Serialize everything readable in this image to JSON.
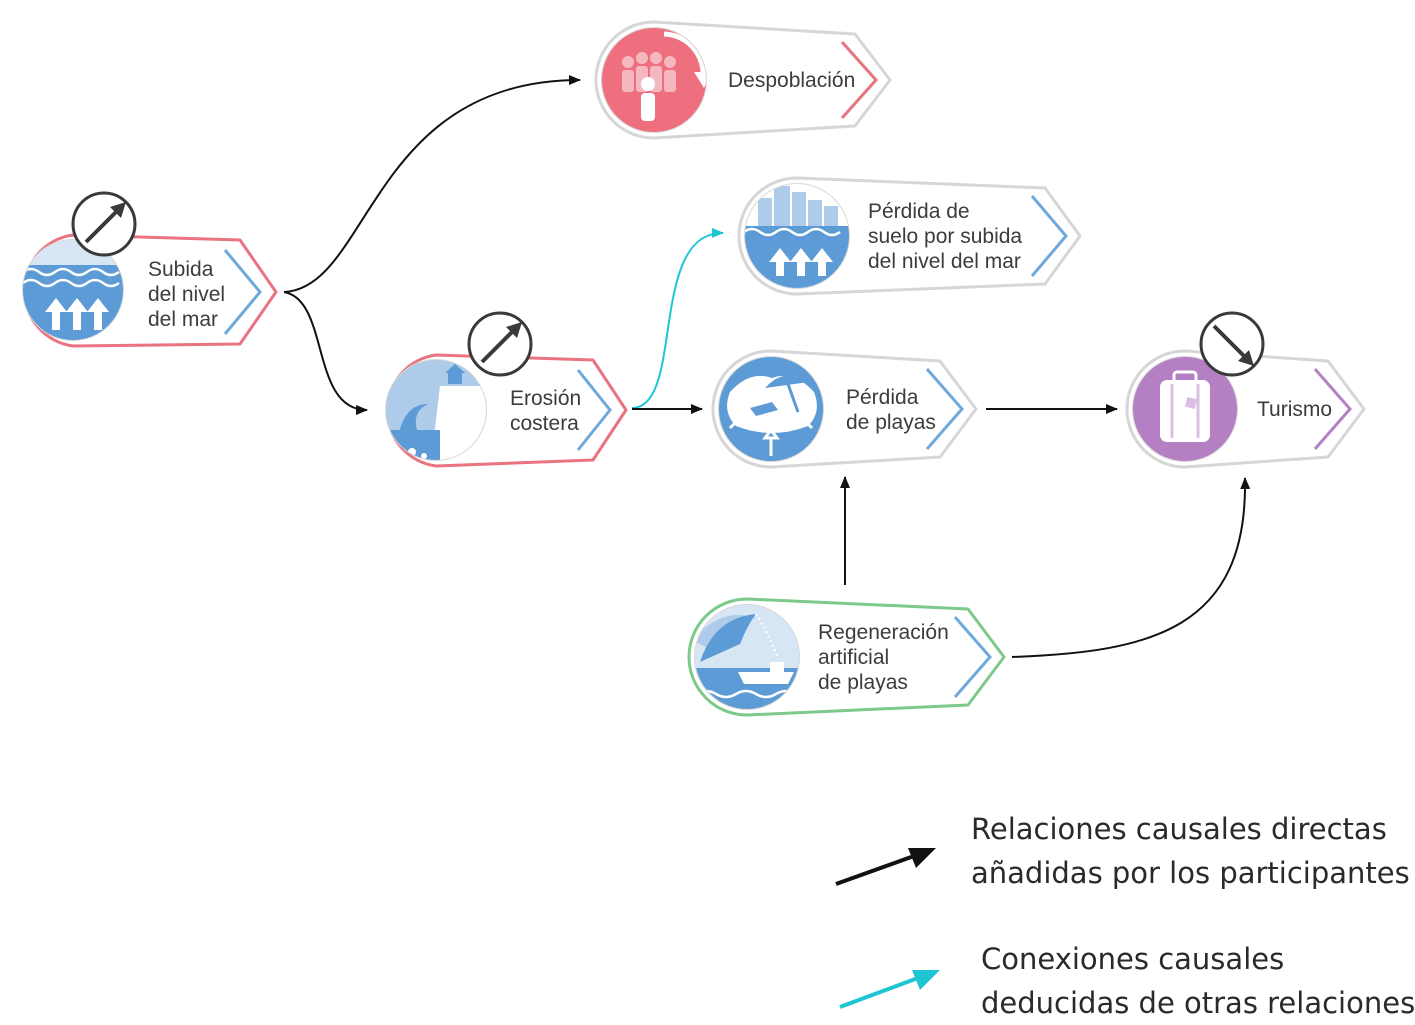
{
  "nodes": {
    "sea_level_rise": {
      "label": [
        "Subida",
        "del nivel",
        "del mar"
      ],
      "trend": "increase",
      "border_color": "#e9737f",
      "icon": "rising-water-icon"
    },
    "coastal_erosion": {
      "label": [
        "Erosión",
        "costera"
      ],
      "trend": "increase",
      "border_color": "#e9737f",
      "icon": "coastal-erosion-icon"
    },
    "depopulation": {
      "label": [
        "Despoblación"
      ],
      "border_color": "#e9737f",
      "icon": "population-decline-icon"
    },
    "land_loss": {
      "label": [
        "Pérdida de",
        "suelo por subida",
        "del nivel del mar"
      ],
      "border_color": "#c9c9c9",
      "icon": "flooded-city-icon"
    },
    "beach_loss": {
      "label": [
        "Pérdida",
        "de playas"
      ],
      "border_color": "#c9c9c9",
      "icon": "beach-umbrella-icon"
    },
    "tourism": {
      "label": [
        "Turismo"
      ],
      "trend": "decrease",
      "border_color": "#c9c9c9",
      "icon": "suitcase-icon"
    },
    "beach_regeneration": {
      "label": [
        "Regeneración",
        "artificial",
        "de playas"
      ],
      "border_color": "#7cc98a",
      "icon": "sand-dredging-ship-icon"
    }
  },
  "edges": [
    {
      "from": "sea_level_rise",
      "to": "depopulation",
      "kind": "direct"
    },
    {
      "from": "sea_level_rise",
      "to": "coastal_erosion",
      "kind": "direct"
    },
    {
      "from": "coastal_erosion",
      "to": "land_loss",
      "kind": "deduced"
    },
    {
      "from": "coastal_erosion",
      "to": "beach_loss",
      "kind": "direct"
    },
    {
      "from": "beach_loss",
      "to": "tourism",
      "kind": "direct"
    },
    {
      "from": "beach_regeneration",
      "to": "beach_loss",
      "kind": "direct"
    },
    {
      "from": "beach_regeneration",
      "to": "tourism",
      "kind": "direct"
    }
  ],
  "legend": {
    "direct": {
      "lines": [
        "Relaciones causales directas",
        "añadidas por los participantes"
      ],
      "color": "#111111"
    },
    "deduced": {
      "lines": [
        "Conexiones causales",
        "deducidas de otras relaciones"
      ],
      "color": "#1ec6d3"
    }
  },
  "colors": {
    "icon_blue": "#5c9bd5",
    "icon_light_blue": "#aecbe9",
    "depopulation_red": "#ee6f7e",
    "tourism_purple": "#b57fc4",
    "chevron_blue": "#6fa8dc"
  }
}
